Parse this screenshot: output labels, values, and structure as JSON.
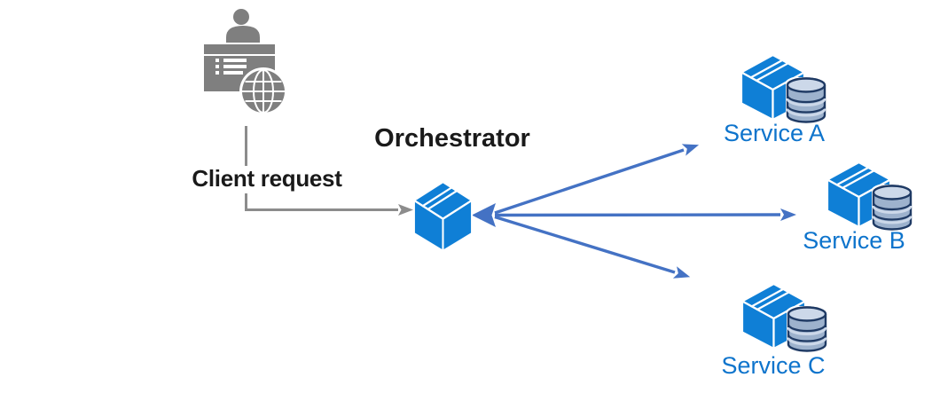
{
  "labels": {
    "client_request": "Client request",
    "orchestrator": "Orchestrator"
  },
  "services": [
    {
      "label": "Service A"
    },
    {
      "label": "Service B"
    },
    {
      "label": "Service C"
    }
  ],
  "colors": {
    "cube_blue": "#0f7fd6",
    "arrow_blue": "#4472c4",
    "service_label_blue": "#0e74cc",
    "dark_text": "#1a1a1a",
    "client_gray": "#7f7f7f",
    "connector_gray": "#8c8c8c",
    "database_outline": "#1f3a64",
    "database_body": "#9db2cd",
    "database_top": "#ccd8e9",
    "background": "#ffffff"
  },
  "icons": {
    "client": "client-workstation-icon",
    "orchestrator": "package-box-icon",
    "service": "package-box-with-database-icon"
  }
}
